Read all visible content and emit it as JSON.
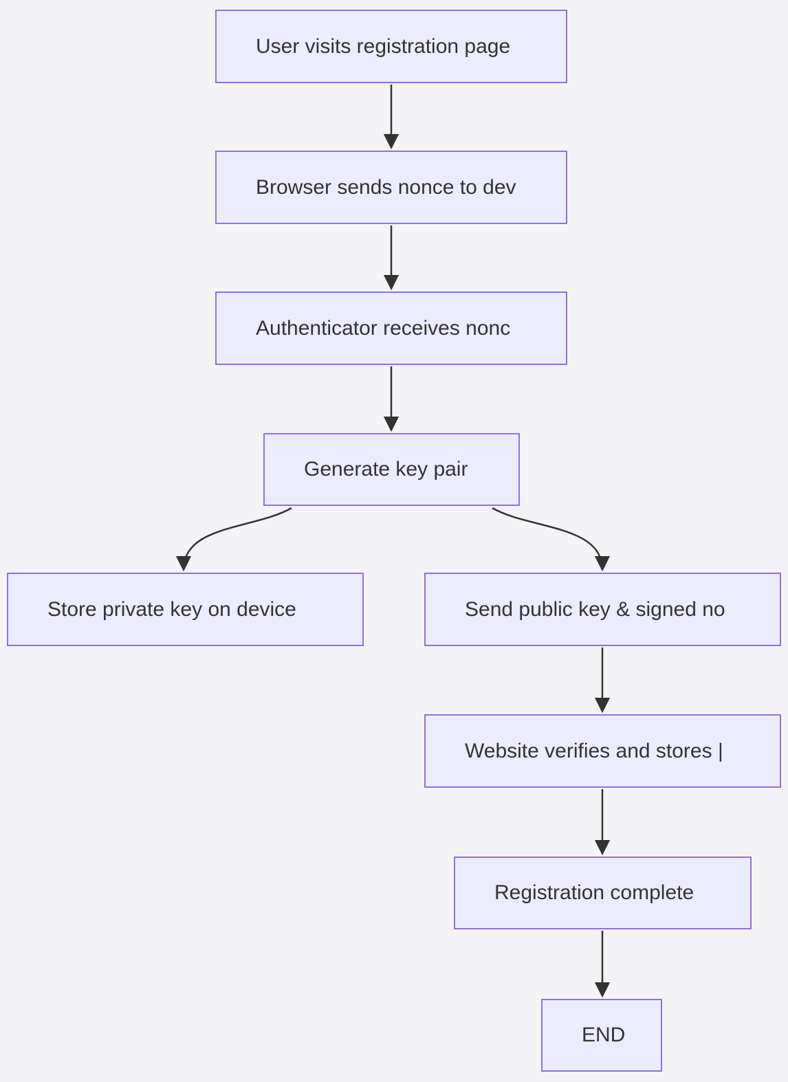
{
  "diagram": {
    "type": "flowchart",
    "direction": "top-down",
    "nodes": [
      {
        "id": "A",
        "label": "User visits registration page"
      },
      {
        "id": "B",
        "label": "Browser sends nonce to dev"
      },
      {
        "id": "C",
        "label": "Authenticator receives nonc"
      },
      {
        "id": "D",
        "label": "Generate key pair"
      },
      {
        "id": "E",
        "label": "Store private key on device"
      },
      {
        "id": "F",
        "label": "Send public key & signed no"
      },
      {
        "id": "G",
        "label": "Website verifies and stores |"
      },
      {
        "id": "H",
        "label": "Registration complete"
      },
      {
        "id": "I",
        "label": "END"
      }
    ],
    "edges": [
      {
        "from": "A",
        "to": "B"
      },
      {
        "from": "B",
        "to": "C"
      },
      {
        "from": "C",
        "to": "D"
      },
      {
        "from": "D",
        "to": "E"
      },
      {
        "from": "D",
        "to": "F"
      },
      {
        "from": "F",
        "to": "G"
      },
      {
        "from": "G",
        "to": "H"
      },
      {
        "from": "H",
        "to": "I"
      }
    ]
  },
  "colors": {
    "background": "#f4f4f6",
    "node_fill": "#ECECFF",
    "node_border": "#9370DB",
    "text": "#333333",
    "arrow": "#333333"
  }
}
